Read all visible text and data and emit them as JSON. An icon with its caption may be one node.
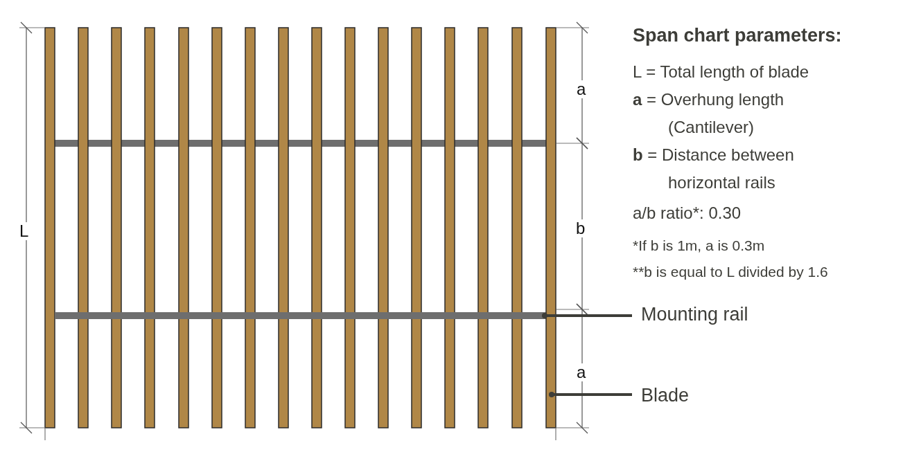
{
  "diagram": {
    "title": "Span chart parameters:",
    "nodes": [
      {
        "text": [
          "Mounting rail"
        ]
      },
      {
        "text": [
          "Blade"
        ]
      },
      {
        "text": [],
        "shape": "bar"
      },
      {
        "text": [],
        "shape": "bar"
      }
    ],
    "edges": [
      {
        "from": 0,
        "to": 2,
        "arrow": "other"
      },
      {
        "from": 1,
        "to": 3,
        "arrow": "other"
      }
    ],
    "labels": [
      "L",
      "a",
      "b",
      "a",
      "L = Total length of blade",
      "**a** = Overhung length (Cantilever)",
      "**b** = Distance between horizontal rails",
      "a/b ratio*: 0.30",
      "*If b is 1m, a is 0.3m",
      "**b is equal to L divided by 1.6"
    ]
  }
}
